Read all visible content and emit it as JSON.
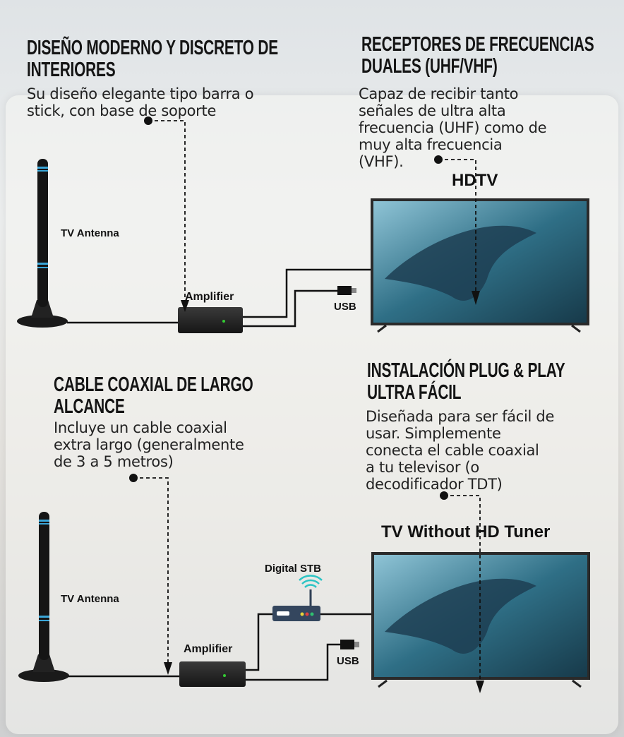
{
  "sections": [
    {
      "title_lines": [
        "DISEÑO MODERNO Y DISCRETO DE",
        "INTERIORES"
      ],
      "body_lines": [
        "Su diseño elegante tipo barra o",
        "stick, con base de soporte"
      ]
    },
    {
      "title_lines": [
        "RECEPTORES DE FRECUENCIAS",
        "DUALES (UHF/VHF)"
      ],
      "body_lines": [
        "Capaz de recibir tanto",
        "señales de ultra alta",
        "frecuencia (UHF) como de",
        "muy alta frecuencia",
        "(VHF)."
      ]
    },
    {
      "title_lines": [
        "CABLE COAXIAL DE LARGO",
        "ALCANCE"
      ],
      "body_lines": [
        "Incluye un cable coaxial",
        "extra largo (generalmente",
        "de 3 a 5 metros)"
      ]
    },
    {
      "title_lines": [
        "INSTALACIÓN PLUG & PLAY",
        "ULTRA FÁCIL"
      ],
      "body_lines": [
        "Diseñada para ser fácil de",
        "usar. Simplemente",
        "conecta el cable coaxial",
        "a tu televisor (o",
        "decodificador TDT)"
      ]
    }
  ],
  "diagram1": {
    "antenna": "TV Antenna",
    "amplifier": "Amplifier",
    "usb": "USB",
    "tv": "HDTV"
  },
  "diagram2": {
    "antenna": "TV Antenna",
    "amplifier": "Amplifier",
    "usb": "USB",
    "stb": "Digital STB",
    "tv": "TV Without HD Tuner"
  },
  "colors": {
    "accent_blue": "#3aa6d8",
    "wifi": "#2cc4c4"
  }
}
